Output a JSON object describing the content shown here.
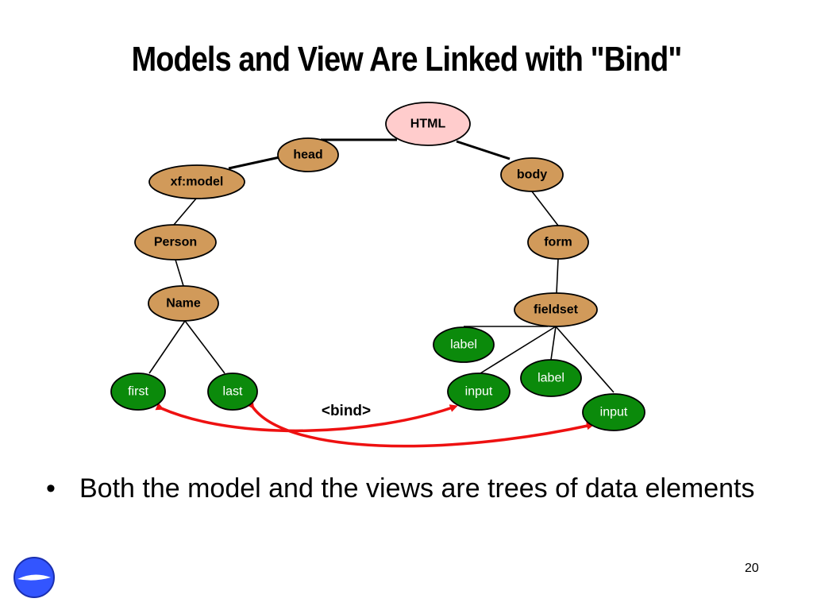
{
  "slide": {
    "title": "Models and View Are Linked with \"Bind\"",
    "bullet": "Both the model and the views are trees of data elements",
    "page_number": "20",
    "logo_icon": "circle-logo-icon"
  },
  "colors": {
    "model_node": "#d19a5a",
    "root_node": "#ffcccc",
    "leaf_node": "#0b8a0b",
    "bind_arrow": "#ee1111",
    "logo_blue": "#3355ff"
  },
  "diagram": {
    "bind_label": "<bind>",
    "nodes": [
      {
        "id": "html",
        "label": "HTML",
        "kind": "root"
      },
      {
        "id": "head",
        "label": "head",
        "kind": "model"
      },
      {
        "id": "body",
        "label": "body",
        "kind": "model"
      },
      {
        "id": "xfmodel",
        "label": "xf:model",
        "kind": "model"
      },
      {
        "id": "person",
        "label": "Person",
        "kind": "model"
      },
      {
        "id": "name",
        "label": "Name",
        "kind": "model"
      },
      {
        "id": "first",
        "label": "first",
        "kind": "leaf"
      },
      {
        "id": "last",
        "label": "last",
        "kind": "leaf"
      },
      {
        "id": "form",
        "label": "form",
        "kind": "model"
      },
      {
        "id": "fieldset",
        "label": "fieldset",
        "kind": "model"
      },
      {
        "id": "label1",
        "label": "label",
        "kind": "leaf"
      },
      {
        "id": "input1",
        "label": "input",
        "kind": "leaf"
      },
      {
        "id": "label2",
        "label": "label",
        "kind": "leaf"
      },
      {
        "id": "input2",
        "label": "input",
        "kind": "leaf"
      }
    ],
    "edges": [
      [
        "html",
        "head"
      ],
      [
        "html",
        "body"
      ],
      [
        "head",
        "xfmodel"
      ],
      [
        "xfmodel",
        "person"
      ],
      [
        "person",
        "name"
      ],
      [
        "name",
        "first"
      ],
      [
        "name",
        "last"
      ],
      [
        "body",
        "form"
      ],
      [
        "form",
        "fieldset"
      ],
      [
        "fieldset",
        "label1"
      ],
      [
        "fieldset",
        "input1"
      ],
      [
        "fieldset",
        "label2"
      ],
      [
        "fieldset",
        "input2"
      ]
    ],
    "bindings": [
      [
        "first",
        "input1"
      ],
      [
        "last",
        "input2"
      ]
    ]
  }
}
